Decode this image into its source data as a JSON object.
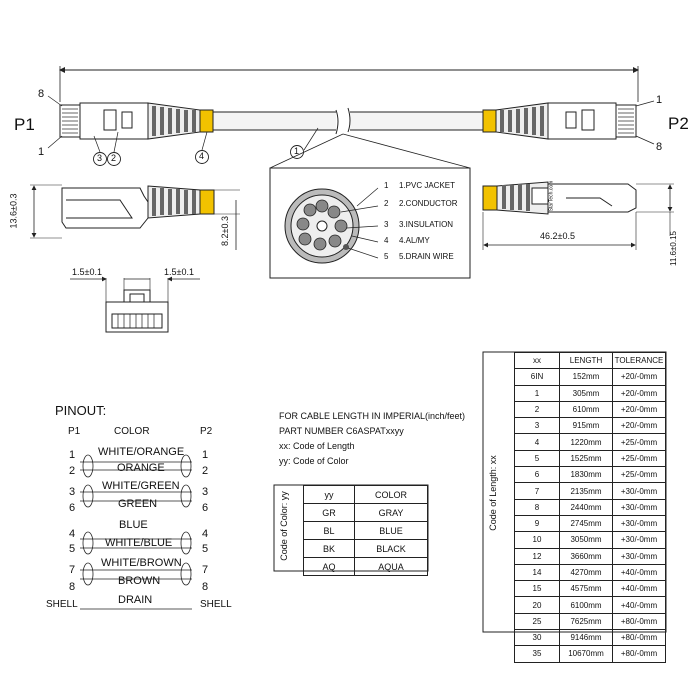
{
  "cable_view": {
    "p1": "P1",
    "p2": "P2",
    "pin8_left": "8",
    "pin1_left": "1",
    "pin1_right": "1",
    "pin8_right": "8",
    "callout_3": "3",
    "callout_2": "2",
    "callout_4": "4",
    "callout_1": "1"
  },
  "cross_section": {
    "items": [
      {
        "num": "1",
        "label": "1.PVC JACKET"
      },
      {
        "num": "2",
        "label": "2.CONDUCTOR"
      },
      {
        "num": "3",
        "label": "3.INSULATION"
      },
      {
        "num": "4",
        "label": "4.AL/MY"
      },
      {
        "num": "5",
        "label": "5.DRAIN WIRE"
      }
    ]
  },
  "dimensions": {
    "plug_height": "13.6±0.3",
    "boot_height": "8.2±0.3",
    "boot_length": "46.2±0.5",
    "overall_height": "11.6±0.15",
    "tab_left": "1.5±0.1",
    "tab_right": "1.5±0.1",
    "boot_print": "StarTech.com"
  },
  "pinout": {
    "title": "PINOUT:",
    "left_header": "P1",
    "color_header": "COLOR",
    "right_header": "P2",
    "rows": [
      {
        "left": "1",
        "color": "WHITE/ORANGE",
        "right": "1"
      },
      {
        "left": "2",
        "color": "ORANGE",
        "right": "2"
      },
      {
        "left": "3",
        "color": "WHITE/GREEN",
        "right": "3"
      },
      {
        "left": "6",
        "color": "GREEN",
        "right": "6"
      },
      {
        "left": "4",
        "color": "BLUE",
        "right": "4"
      },
      {
        "left": "5",
        "color": "WHITE/BLUE",
        "right": "5"
      },
      {
        "left": "7",
        "color": "WHITE/BROWN",
        "right": "7"
      },
      {
        "left": "8",
        "color": "BROWN",
        "right": "8"
      }
    ],
    "shell_left": "SHELL",
    "drain": "DRAIN",
    "shell_right": "SHELL"
  },
  "notes": {
    "line1": "FOR CABLE LENGTH IN IMPERIAL(inch/feet)",
    "line2": "PART NUMBER C6ASPATxxyy",
    "line3": "xx: Code of Length",
    "line4": "yy: Code of Color"
  },
  "color_table": {
    "side_label": "Code of Color: yy",
    "headers": [
      "yy",
      "COLOR"
    ],
    "rows": [
      [
        "GR",
        "GRAY"
      ],
      [
        "BL",
        "BLUE"
      ],
      [
        "BK",
        "BLACK"
      ],
      [
        "AQ",
        "AQUA"
      ]
    ]
  },
  "length_table": {
    "side_label": "Code of Length: xx",
    "headers": [
      "xx",
      "LENGTH",
      "TOLERANCE"
    ],
    "rows": [
      [
        "6IN",
        "152mm",
        "+20/-0mm"
      ],
      [
        "1",
        "305mm",
        "+20/-0mm"
      ],
      [
        "2",
        "610mm",
        "+20/-0mm"
      ],
      [
        "3",
        "915mm",
        "+20/-0mm"
      ],
      [
        "4",
        "1220mm",
        "+25/-0mm"
      ],
      [
        "5",
        "1525mm",
        "+25/-0mm"
      ],
      [
        "6",
        "1830mm",
        "+25/-0mm"
      ],
      [
        "7",
        "2135mm",
        "+30/-0mm"
      ],
      [
        "8",
        "2440mm",
        "+30/-0mm"
      ],
      [
        "9",
        "2745mm",
        "+30/-0mm"
      ],
      [
        "10",
        "3050mm",
        "+30/-0mm"
      ],
      [
        "12",
        "3660mm",
        "+30/-0mm"
      ],
      [
        "14",
        "4270mm",
        "+40/-0mm"
      ],
      [
        "15",
        "4575mm",
        "+40/-0mm"
      ],
      [
        "20",
        "6100mm",
        "+40/-0mm"
      ],
      [
        "25",
        "7625mm",
        "+80/-0mm"
      ],
      [
        "30",
        "9146mm",
        "+80/-0mm"
      ],
      [
        "35",
        "10670mm",
        "+80/-0mm"
      ]
    ]
  },
  "colors": {
    "line": "#222222",
    "boot_yellow": "#f2c200",
    "cable_fill": "#f4f4f4"
  }
}
